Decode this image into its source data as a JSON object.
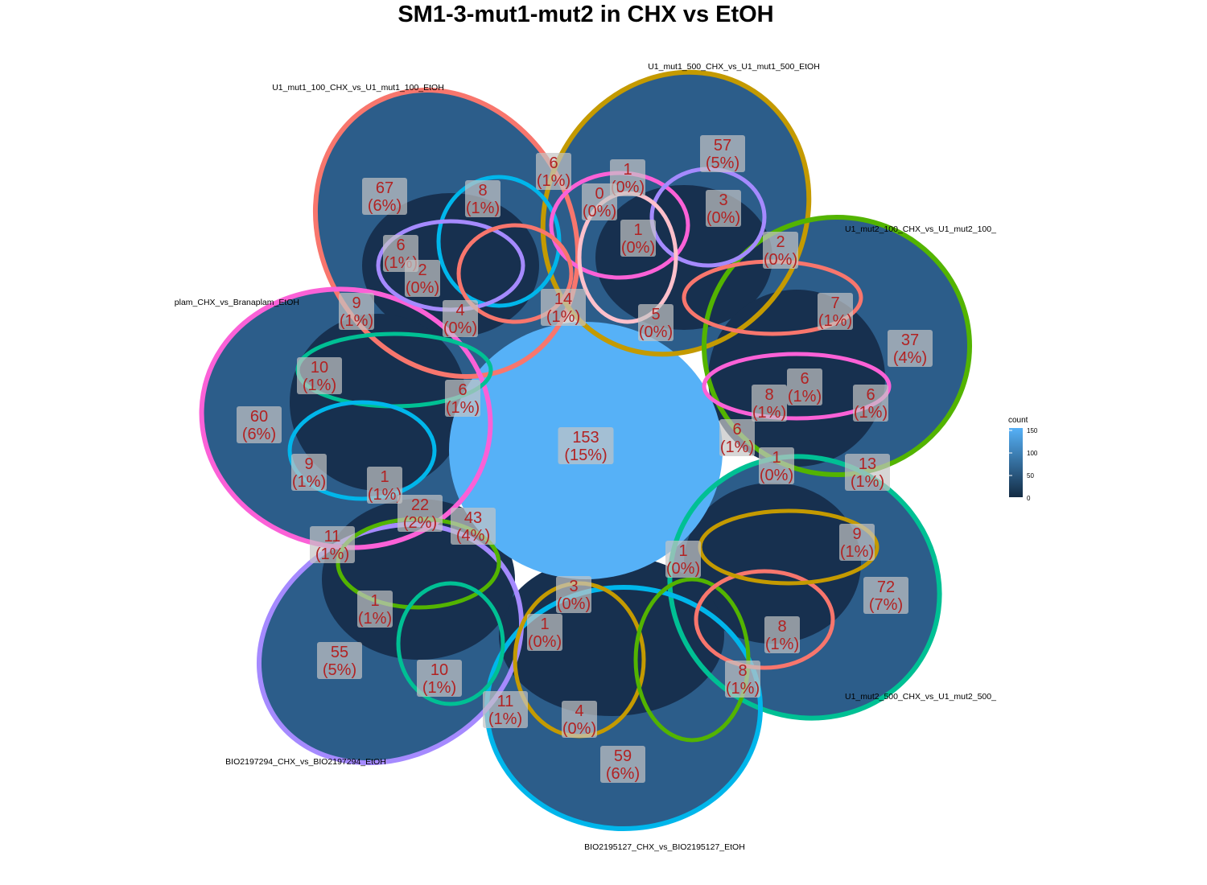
{
  "title": "SM1-3-mut1-mut2 in CHX vs EtOH",
  "sets": [
    {
      "name": "U1_mut1_100_CHX_vs_U1_mut1_100_EtOH",
      "color": "#f8766d"
    },
    {
      "name": "U1_mut1_500_CHX_vs_U1_mut1_500_EtOH",
      "color": "#c49a00"
    },
    {
      "name": "U1_mut2_100_CHX_vs_U1_mut2_100_",
      "color": "#53b400"
    },
    {
      "name": "U1_mut2_500_CHX_vs_U1_mut2_500_",
      "color": "#00c094"
    },
    {
      "name": "BIO2195127_CHX_vs_BIO2195127_EtOH",
      "color": "#00b6eb"
    },
    {
      "name": "BIO2197294_CHX_vs_BIO2197294_EtOH",
      "color": "#a58aff"
    },
    {
      "name": "plam_CHX_vs_Branaplam_EtOH",
      "color": "#fb61d7"
    }
  ],
  "regions": [
    {
      "count": "153",
      "pct": "(15%)"
    },
    {
      "count": "67",
      "pct": "(6%)"
    },
    {
      "count": "57",
      "pct": "(5%)"
    },
    {
      "count": "37",
      "pct": "(4%)"
    },
    {
      "count": "72",
      "pct": "(7%)"
    },
    {
      "count": "59",
      "pct": "(6%)"
    },
    {
      "count": "55",
      "pct": "(5%)"
    },
    {
      "count": "60",
      "pct": "(6%)"
    },
    {
      "count": "6",
      "pct": "(1%)"
    },
    {
      "count": "8",
      "pct": "(1%)"
    },
    {
      "count": "1",
      "pct": "(0%)"
    },
    {
      "count": "3",
      "pct": "(0%)"
    },
    {
      "count": "6",
      "pct": "(1%)"
    },
    {
      "count": "14",
      "pct": "(1%)"
    },
    {
      "count": "5",
      "pct": "(0%)"
    },
    {
      "count": "2",
      "pct": "(0%)"
    },
    {
      "count": "7",
      "pct": "(1%)"
    },
    {
      "count": "6",
      "pct": "(1%)"
    },
    {
      "count": "13",
      "pct": "(1%)"
    },
    {
      "count": "9",
      "pct": "(1%)"
    },
    {
      "count": "6",
      "pct": "(1%)"
    },
    {
      "count": "1",
      "pct": "(1%)"
    },
    {
      "count": "8",
      "pct": "(1%)"
    },
    {
      "count": "3",
      "pct": "(0%)"
    },
    {
      "count": "8",
      "pct": "(1%)"
    },
    {
      "count": "11",
      "pct": "(1%)"
    },
    {
      "count": "4",
      "pct": "(0%)"
    },
    {
      "count": "10",
      "pct": "(1%)"
    },
    {
      "count": "1",
      "pct": "(1%)"
    },
    {
      "count": "43",
      "pct": "(4%)"
    },
    {
      "count": "22",
      "pct": "(2%)"
    },
    {
      "count": "11",
      "pct": "(1%)"
    },
    {
      "count": "9",
      "pct": "(1%)"
    },
    {
      "count": "6",
      "pct": "(1%)"
    },
    {
      "count": "10",
      "pct": "(1%)"
    },
    {
      "count": "9",
      "pct": "(1%)"
    },
    {
      "count": "8",
      "pct": "(1%)"
    },
    {
      "count": "6",
      "pct": "(1%)"
    },
    {
      "count": "2",
      "pct": "(0%)"
    },
    {
      "count": "1",
      "pct": "(0%)"
    },
    {
      "count": "0",
      "pct": "(0%)"
    },
    {
      "count": "4",
      "pct": "(0%)"
    },
    {
      "count": "1",
      "pct": "(0%)"
    },
    {
      "count": "1",
      "pct": "(0%)"
    },
    {
      "count": "1",
      "pct": "(0%)"
    }
  ],
  "legend": {
    "title": "count",
    "ticks": [
      "150",
      "100",
      "50",
      "0"
    ]
  }
}
